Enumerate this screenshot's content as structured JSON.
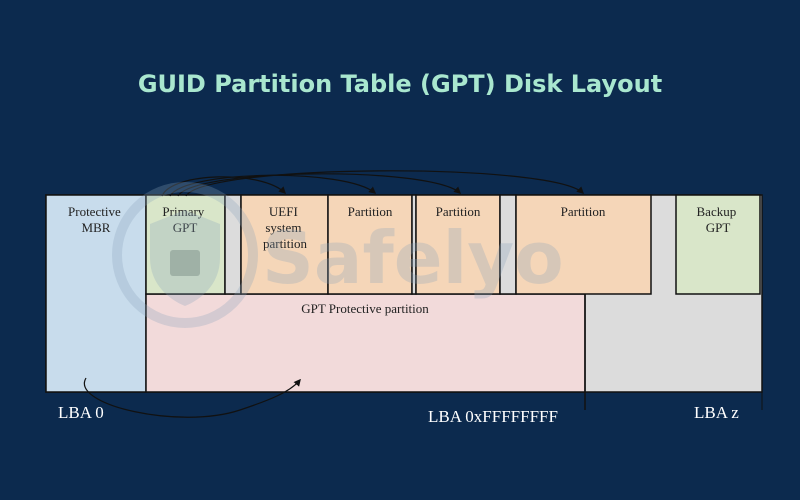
{
  "title": "GUID Partition Table (GPT) Disk Layout",
  "watermark": "Safelyo",
  "blocks": {
    "protective_mbr": [
      "Protective",
      "MBR"
    ],
    "primary_gpt": [
      "Primary",
      "GPT"
    ],
    "uefi_partition": [
      "UEFI",
      "system",
      "partition"
    ],
    "partition_1": "Partition",
    "partition_2": "Partition",
    "partition_3": "Partition",
    "backup_gpt": [
      "Backup",
      "GPT"
    ],
    "gpt_protective_partition": "GPT Protective partition"
  },
  "lba_labels": {
    "start": "LBA 0",
    "middle": "LBA 0xFFFFFFFF",
    "end": "LBA z"
  },
  "colors": {
    "background": "#0c2a4e",
    "title": "#a9e7cf",
    "mbr": "#c8dcec",
    "gpt_header": "#d9e6c9",
    "partition": "#f5d6b8",
    "protective_partition": "#f2dada",
    "unallocated": "#dcdcdc"
  }
}
